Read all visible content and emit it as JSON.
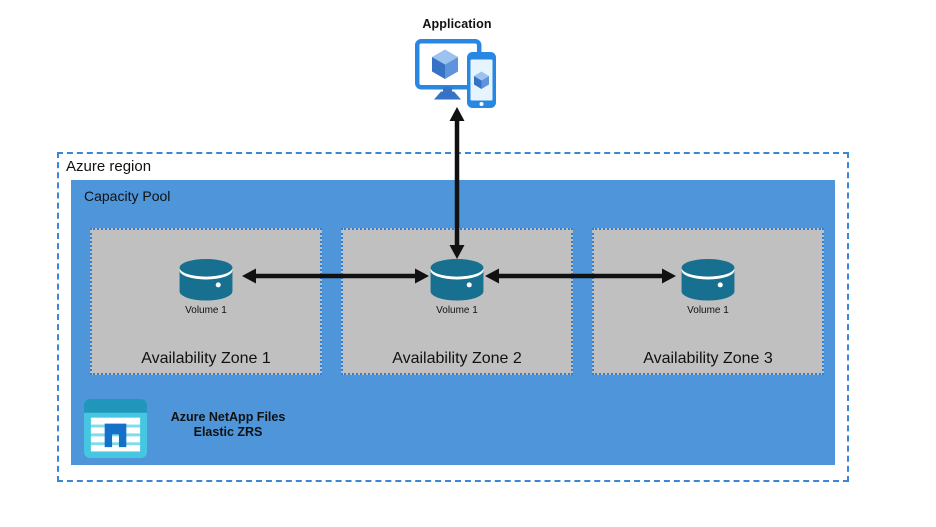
{
  "title": "Azure NetApp Files Elastic ZRS availability zones diagram",
  "application": {
    "label": "Application",
    "icon": "monitor-and-phone-with-cubes-icon"
  },
  "region": {
    "label": "Azure region"
  },
  "capacity_pool": {
    "label": "Capacity Pool"
  },
  "zones": [
    {
      "label": "Availability Zone 1",
      "volume_label": "Volume 1",
      "icon": "storage-volume-cylinder-icon"
    },
    {
      "label": "Availability Zone 2",
      "volume_label": "Volume 1",
      "icon": "storage-volume-cylinder-icon"
    },
    {
      "label": "Availability Zone 3",
      "volume_label": "Volume 1",
      "icon": "storage-volume-cylinder-icon"
    }
  ],
  "branding": {
    "line1": "Azure NetApp Files",
    "line2": "Elastic ZRS",
    "icon": "azure-netapp-files-icon"
  },
  "connections": [
    {
      "from": "application",
      "to": "zone-2-volume",
      "type": "double-headed-arrow",
      "orientation": "vertical"
    },
    {
      "from": "zone-1-volume",
      "to": "zone-2-volume",
      "type": "double-headed-arrow",
      "orientation": "horizontal"
    },
    {
      "from": "zone-2-volume",
      "to": "zone-3-volume",
      "type": "double-headed-arrow",
      "orientation": "horizontal"
    }
  ],
  "colors": {
    "capacity_pool_fill": "#4E95D9",
    "region_border": "#3C86D8",
    "zone_fill": "#C0C0C0",
    "zone_border": "#2F7FD8",
    "volume_fill": "#17708F",
    "arrow": "#111111",
    "app_blue": "#2787E3",
    "netapp_cyan": "#45C7E2",
    "netapp_header": "#2196BB",
    "netapp_logo_blue": "#1470C8"
  }
}
